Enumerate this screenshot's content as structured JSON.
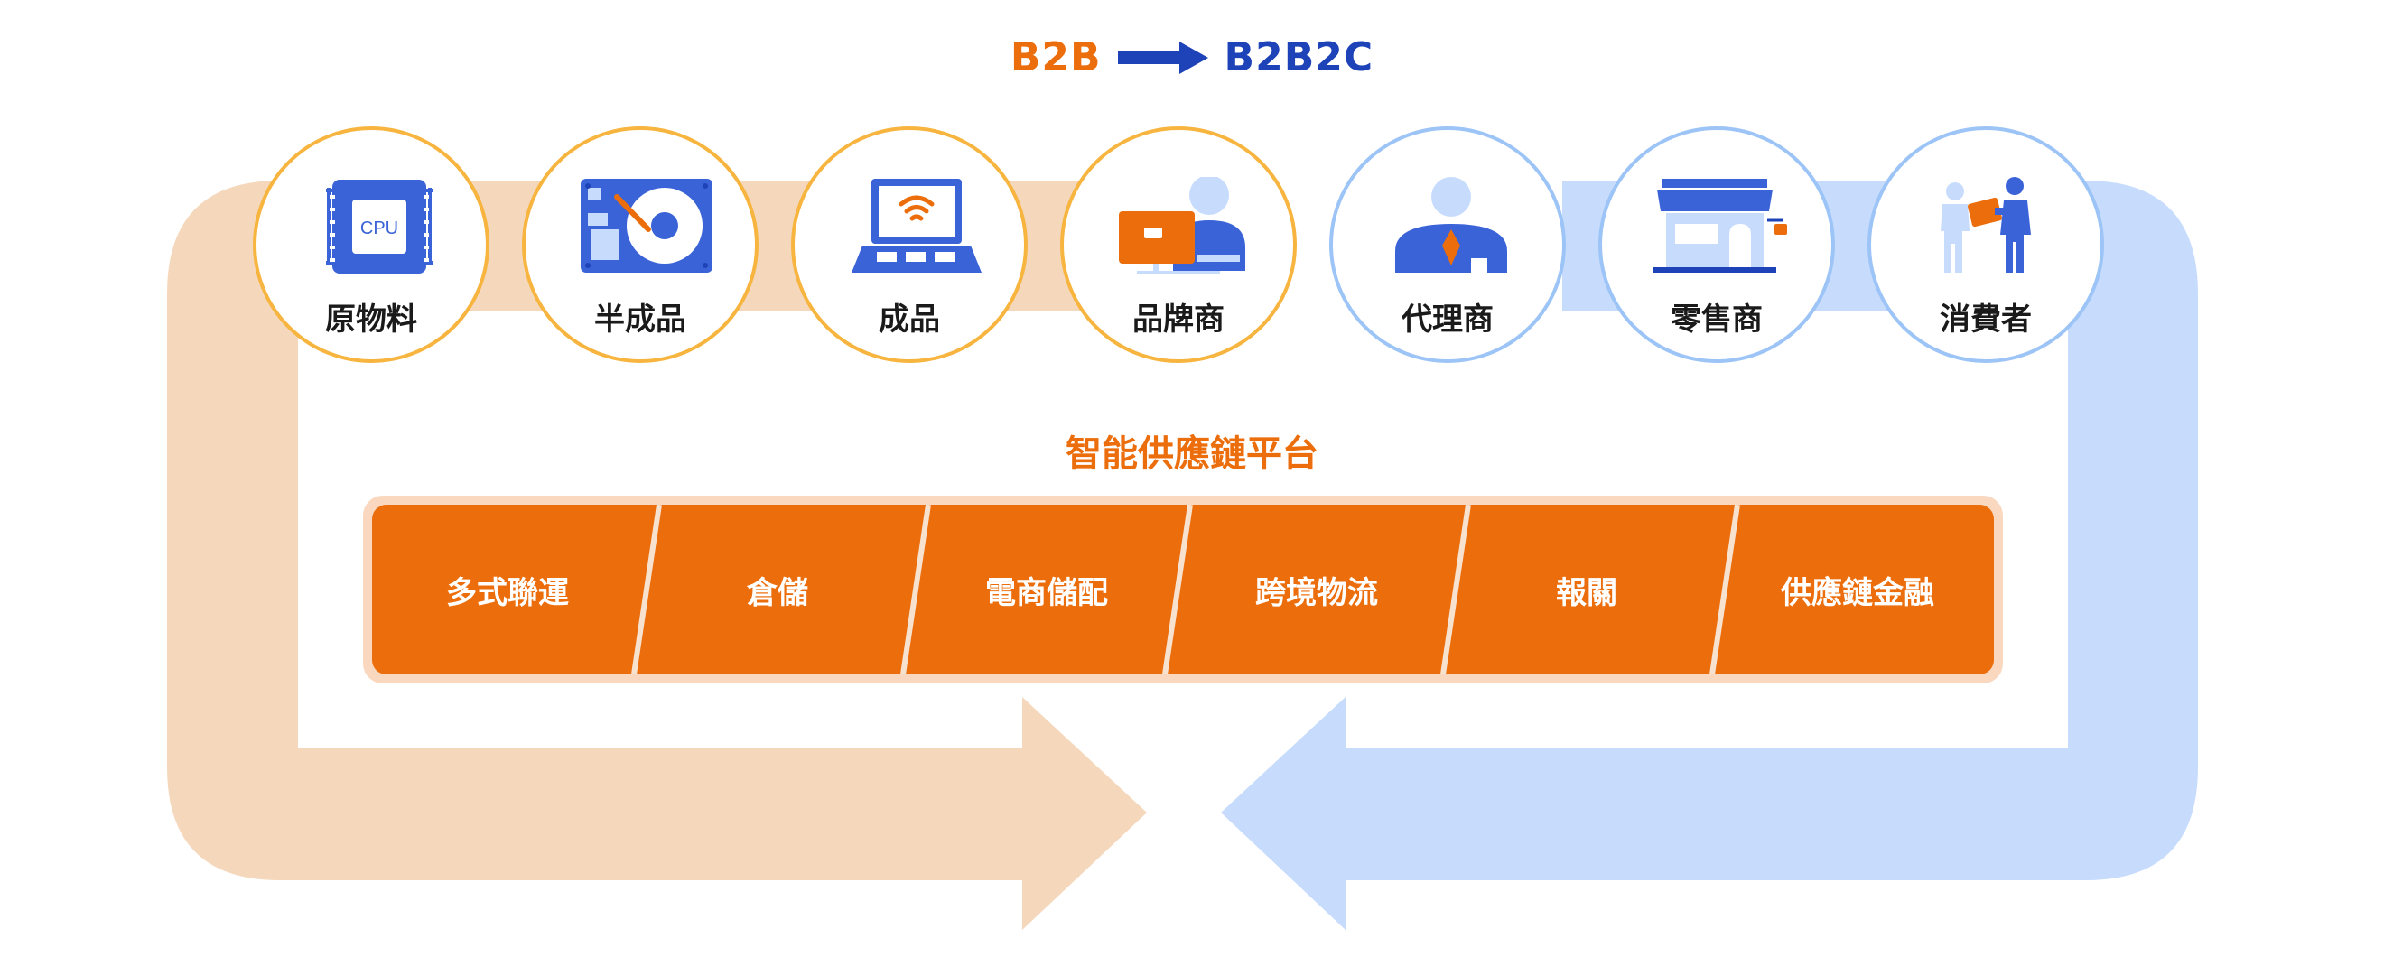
{
  "header": {
    "left": "B2B",
    "right": "B2B2C"
  },
  "nodes": [
    {
      "label": "原物料",
      "icon": "cpu-chip-icon",
      "group": "orange"
    },
    {
      "label": "半成品",
      "icon": "hard-drive-icon",
      "group": "orange"
    },
    {
      "label": "成品",
      "icon": "laptop-wifi-icon",
      "group": "orange"
    },
    {
      "label": "品牌商",
      "icon": "brand-person-monitor-icon",
      "group": "orange"
    },
    {
      "label": "代理商",
      "icon": "agent-person-icon",
      "group": "blue"
    },
    {
      "label": "零售商",
      "icon": "storefront-icon",
      "group": "blue"
    },
    {
      "label": "消費者",
      "icon": "delivery-handover-icon",
      "group": "blue"
    }
  ],
  "cpu_text": "CPU",
  "platform": {
    "title": "智能供應鏈平台",
    "services": [
      "多式聯運",
      "倉儲",
      "電商儲配",
      "跨境物流",
      "報關",
      "供應鏈金融"
    ]
  },
  "colors": {
    "orange": "#EC6D0B",
    "orange_light": "#F5D8BC",
    "orange_ring": "#F7B540",
    "blue_dark": "#1E42B8",
    "blue_mid": "#3A63D8",
    "blue_light": "#C7DCFD",
    "blue_ring": "#9CC4F6"
  }
}
